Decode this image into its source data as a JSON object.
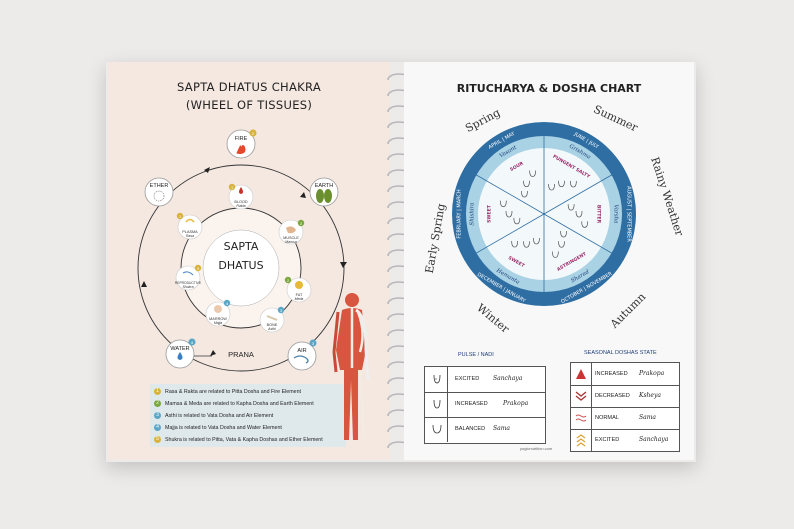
{
  "left_page": {
    "title_line1": "SAPTA DHATUS CHAKRA",
    "title_line2": "(WHEEL OF TISSUES)",
    "center_label_line1": "SAPTA",
    "center_label_line2": "DHATUS",
    "prana_label": "PRANA",
    "elements": [
      {
        "label": "FIRE",
        "num": "2"
      },
      {
        "label": "EARTH",
        "num": ""
      },
      {
        "label": "AIR",
        "num": "3"
      },
      {
        "label": "WATER",
        "num": "4"
      },
      {
        "label": "ETHER",
        "num": ""
      }
    ],
    "dhatus": [
      {
        "name": "BLOOD",
        "sub": "Rakta",
        "num": "1"
      },
      {
        "name": "MUSCLE",
        "sub": "Mamsa",
        "num": "2"
      },
      {
        "name": "FAT",
        "sub": "Meda",
        "num": "2"
      },
      {
        "name": "BONE",
        "sub": "Asthi",
        "num": "3"
      },
      {
        "name": "MARROW",
        "sub": "Majja",
        "num": "4"
      },
      {
        "name": "REPRODUCTIVE",
        "sub": "Shukra",
        "num": "5"
      },
      {
        "name": "PLASMA",
        "sub": "Rasa",
        "num": "1"
      }
    ],
    "legend": [
      {
        "num": "1",
        "text": "Rasa & Rakta are related to Pitta Dosha and Fire Element",
        "color": "#d9b23c"
      },
      {
        "num": "2",
        "text": "Mamsa & Meda are related to Kapha Dosha and Earth Element",
        "color": "#7aa83c"
      },
      {
        "num": "3",
        "text": "Asthi is related to Vata Dosha and Air Element",
        "color": "#5aa6c7"
      },
      {
        "num": "4",
        "text": "Majja is related to Vata Dosha and Water Element",
        "color": "#5aa6c7"
      },
      {
        "num": "5",
        "text": "Shukra is related to Pitta, Vata & Kapha Doshas and Ether Element",
        "color": "#d9b23c"
      }
    ]
  },
  "right_page": {
    "title": "RITUCHARYA & DOSHA CHART",
    "seasons": [
      "Spring",
      "Summer",
      "Rainy Weather",
      "Autumn",
      "Winter",
      "Early Spring"
    ],
    "months": [
      "APRIL | MAY",
      "JUNE | JULY",
      "AUGUST | SEPTEMBER",
      "OCTOBER | NOVEMBER",
      "DECEMBER | JANUARY",
      "FEBRUARY | MARCH"
    ],
    "ritus": [
      "Vasant",
      "Grishma",
      "Varsha",
      "Sharad",
      "Hemanta",
      "Shishira"
    ],
    "tastes": [
      "SOUR",
      "PUNGENT SALTY",
      "BITTER",
      "ASTRINGENT",
      "SWEET",
      "SWEET"
    ],
    "pulse_title": "PULSE / NADI",
    "pulse_rows": [
      {
        "label": "EXCITED",
        "value": "Sanchaya"
      },
      {
        "label": "INCREASED",
        "value": "Prakopa"
      },
      {
        "label": "BALANCED",
        "value": "Sama"
      }
    ],
    "doshas_title": "SEASONAL DOSHAS STATE",
    "dosha_rows": [
      {
        "label": "INCREASED",
        "value": "Prakopa"
      },
      {
        "label": "DECREASED",
        "value": "Ksheya"
      },
      {
        "label": "NORMAL",
        "value": "Sama"
      },
      {
        "label": "EXCITED",
        "value": "Sanchaya"
      }
    ],
    "website": "yogicnutrition.com"
  }
}
